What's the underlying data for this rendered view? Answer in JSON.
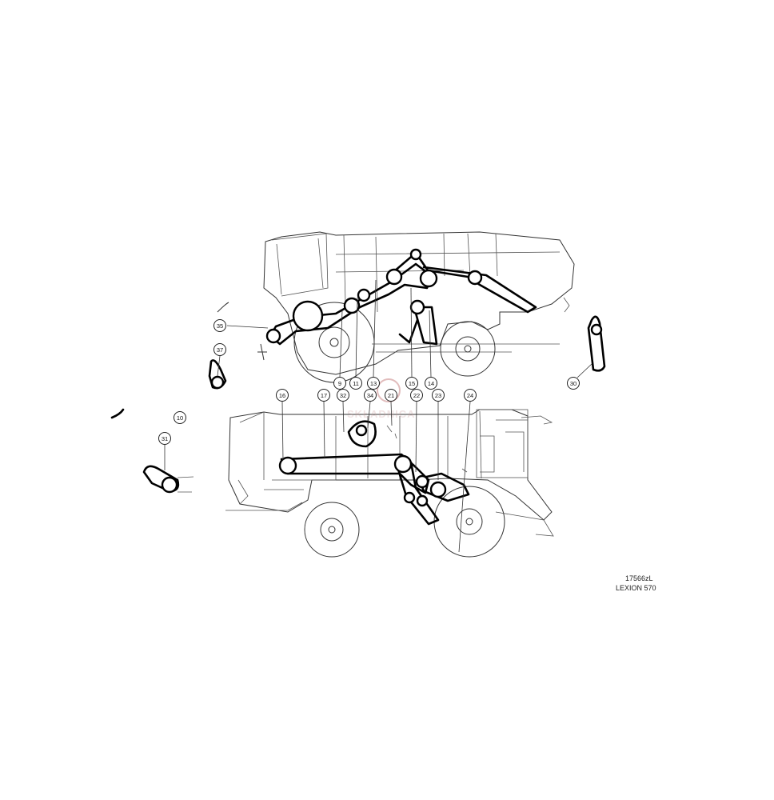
{
  "callouts": [
    "35",
    "37",
    "10",
    "31",
    "9",
    "11",
    "13",
    "15",
    "14",
    "30",
    "16",
    "17",
    "32",
    "34",
    "21",
    "22",
    "23",
    "24"
  ],
  "highlighted_callout": "16",
  "highlight_color": "#8dc63f",
  "drawing_code": "17566zL",
  "model": "LEXION 570",
  "watermark": "SKŁADNICA"
}
